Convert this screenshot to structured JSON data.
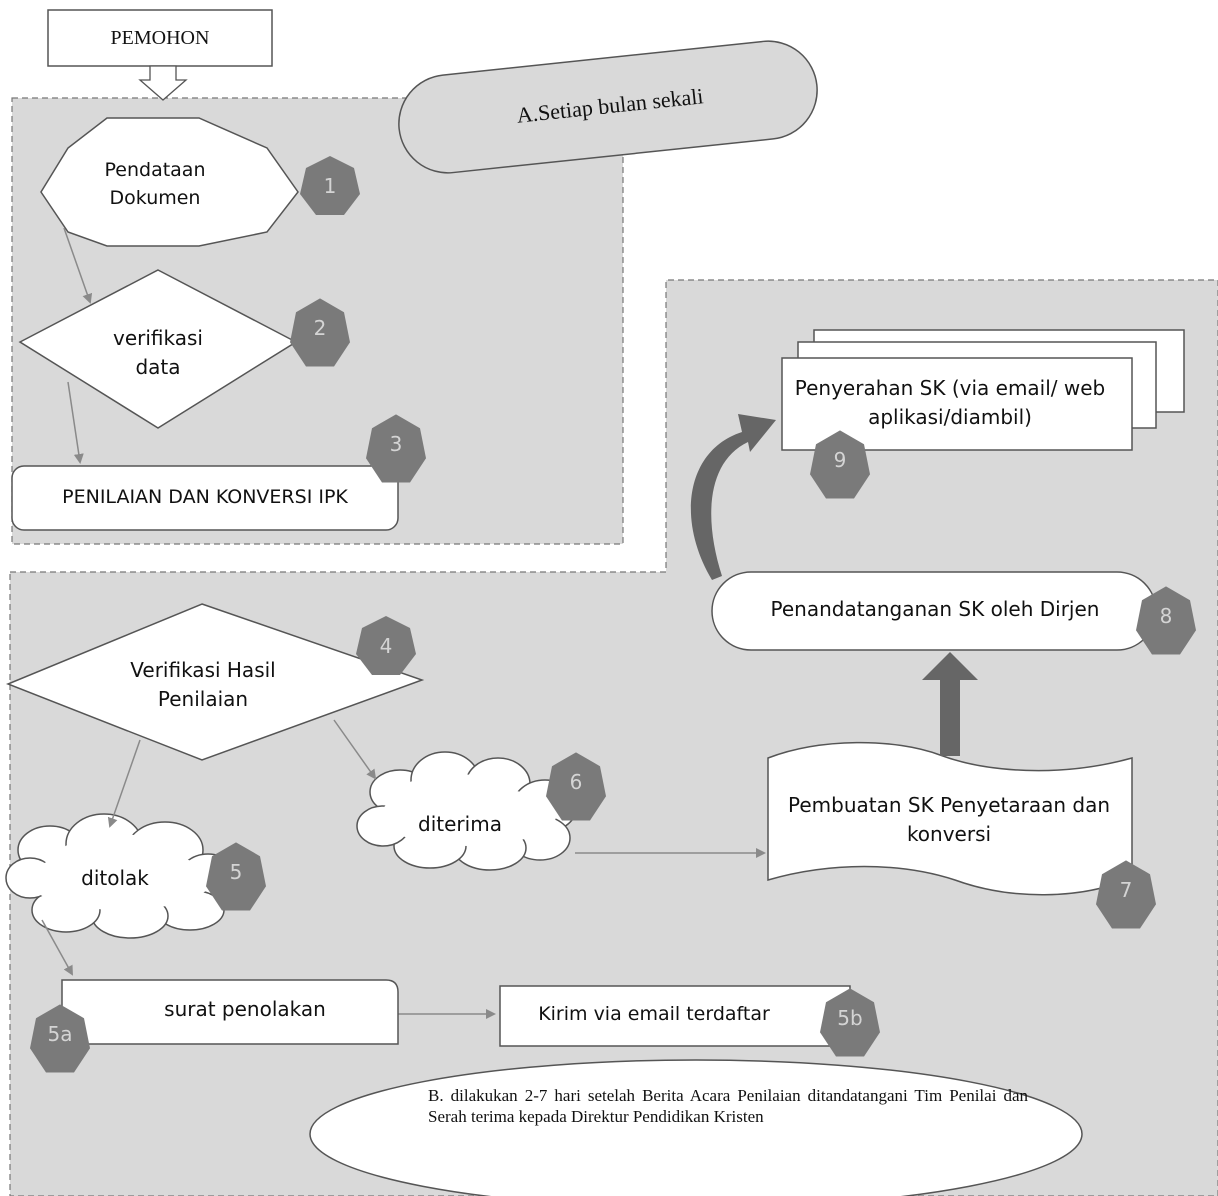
{
  "colors": {
    "panel": "#d9d9d9",
    "shape_fill": "#ffffff",
    "stroke": "#555555",
    "badge": "#7a7a7a",
    "badge_text": "#d4d4d4",
    "arrow": "#8a8a8a",
    "thick_arrow": "#666666"
  },
  "diagram": {
    "start": "PEMOHON",
    "phase_a": "A.Setiap bulan sekali",
    "phase_b": "B. dilakukan 2-7 hari setelah Berita Acara Penilaian ditandatangani Tim Penilai dan Serah terima kepada Direktur Pendidikan Kristen",
    "steps": {
      "s1": {
        "label": "Pendataan Dokumen",
        "badge": "1"
      },
      "s2": {
        "label": "verifikasi data",
        "badge": "2"
      },
      "s3": {
        "label": "PENILAIAN DAN KONVERSI IPK",
        "badge": "3"
      },
      "s4": {
        "label": "Verifikasi Hasil Penilaian",
        "badge": "4"
      },
      "s5": {
        "label": "ditolak",
        "badge": "5"
      },
      "s5a": {
        "label": "surat penolakan",
        "badge": "5a"
      },
      "s5b": {
        "label": "Kirim via email terdaftar",
        "badge": "5b"
      },
      "s6": {
        "label": "diterima",
        "badge": "6"
      },
      "s7": {
        "label": "Pembuatan SK Penyetaraan dan konversi",
        "badge": "7"
      },
      "s8": {
        "label": "Penandatanganan SK oleh Dirjen",
        "badge": "8"
      },
      "s9": {
        "label": "Penyerahan SK (via email/ web aplikasi/diambil)",
        "badge": "9"
      }
    }
  }
}
